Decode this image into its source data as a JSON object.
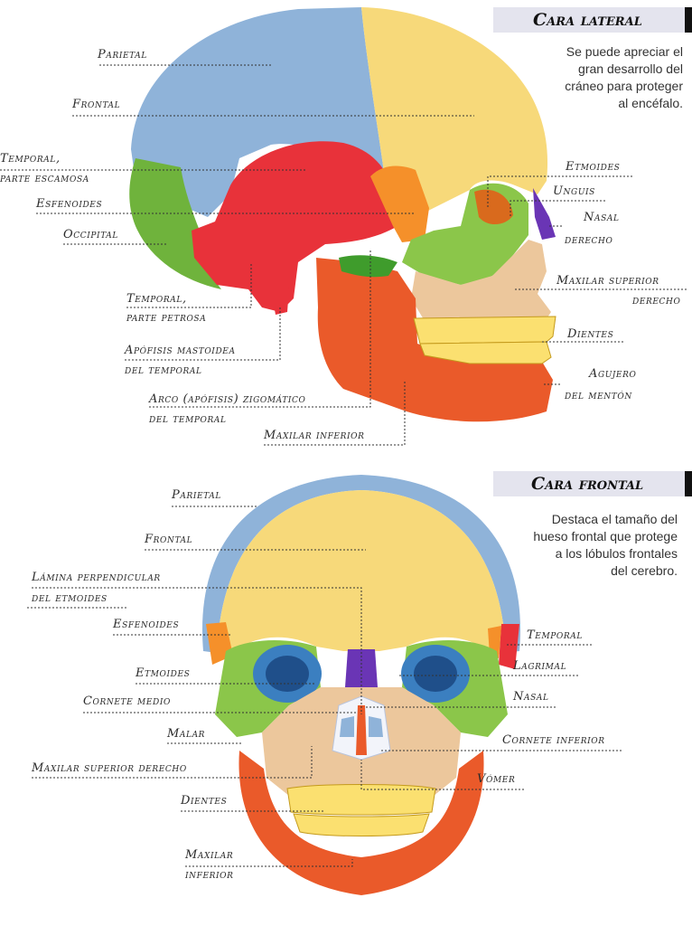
{
  "lateral": {
    "title": "Cara lateral",
    "description": [
      "Se puede apreciar el",
      "gran desarrollo del",
      "cráneo para proteger",
      "al encéfalo."
    ],
    "labels": {
      "parietal": "Parietal",
      "frontal": "Frontal",
      "temporal_escamosa_1": "Temporal,",
      "temporal_escamosa_2": "parte escamosa",
      "esfenoides": "Esfenoides",
      "occipital": "Occipital",
      "temporal_petrosa_1": "Temporal,",
      "temporal_petrosa_2": "parte petrosa",
      "mastoidea_1": "Apófisis mastoidea",
      "mastoidea_2": "del temporal",
      "zigomatico_1": "Arco (apófisis) zigomático",
      "zigomatico_2": "del temporal",
      "maxilar_inferior": "Maxilar inferior",
      "etmoides": "Etmoides",
      "unguis": "Unguis",
      "nasal_1": "Nasal",
      "nasal_2": "derecho",
      "maxilar_superior_1": "Maxilar superior",
      "maxilar_superior_2": "derecho",
      "dientes": "Dientes",
      "agujero_1": "Agujero",
      "agujero_2": "del mentón"
    }
  },
  "frontal": {
    "title": "Cara frontal",
    "description": [
      "Destaca el tamaño del",
      "hueso frontal que protege",
      "a los lóbulos frontales",
      "del cerebro."
    ],
    "labels": {
      "parietal": "Parietal",
      "frontal": "Frontal",
      "lamina_1": "Lámina perpendicular",
      "lamina_2": "del etmoides",
      "esfenoides": "Esfenoides",
      "etmoides": "Etmoides",
      "cornete_medio": "Cornete medio",
      "malar": "Malar",
      "maxilar_superior": "Maxilar superior derecho",
      "dientes": "Dientes",
      "maxilar_inferior_1": "Maxilar",
      "maxilar_inferior_2": "inferior",
      "temporal": "Temporal",
      "lagrimal": "Lagrimal",
      "nasal": "Nasal",
      "cornete_inferior": "Cornete inferior",
      "vomer": "Vómer"
    }
  },
  "colors": {
    "parietal": "#8fb3d9",
    "frontal": "#f7d97a",
    "temporal": "#e8323a",
    "esfenoides": "#f5902a",
    "occipital": "#6fb33c",
    "malar": "#8bc64a",
    "maxilar_superior": "#ecc79c",
    "maxilar_inferior": "#ea5a2a",
    "teeth": "#fbe070",
    "nasal": "#6a35b5",
    "header_bg": "#e4e4ee"
  }
}
